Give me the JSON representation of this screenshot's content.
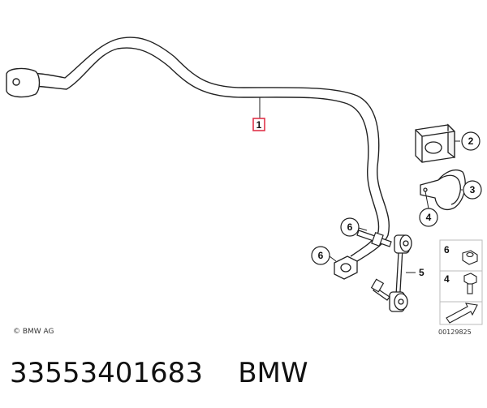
{
  "callouts": {
    "c1": "1",
    "c2": "2",
    "c3": "3",
    "c4": "4",
    "c5": "5",
    "c6a": "6",
    "c6b": "6"
  },
  "legend": {
    "nut_number": "6",
    "bolt_number": "4"
  },
  "footer": {
    "copyright": "© BMW AG",
    "doc_number": "00129825"
  },
  "caption": {
    "part_number": "33553401683",
    "brand": "BMW"
  },
  "colors": {
    "highlight_box": "#e0334a",
    "line": "#222222"
  }
}
